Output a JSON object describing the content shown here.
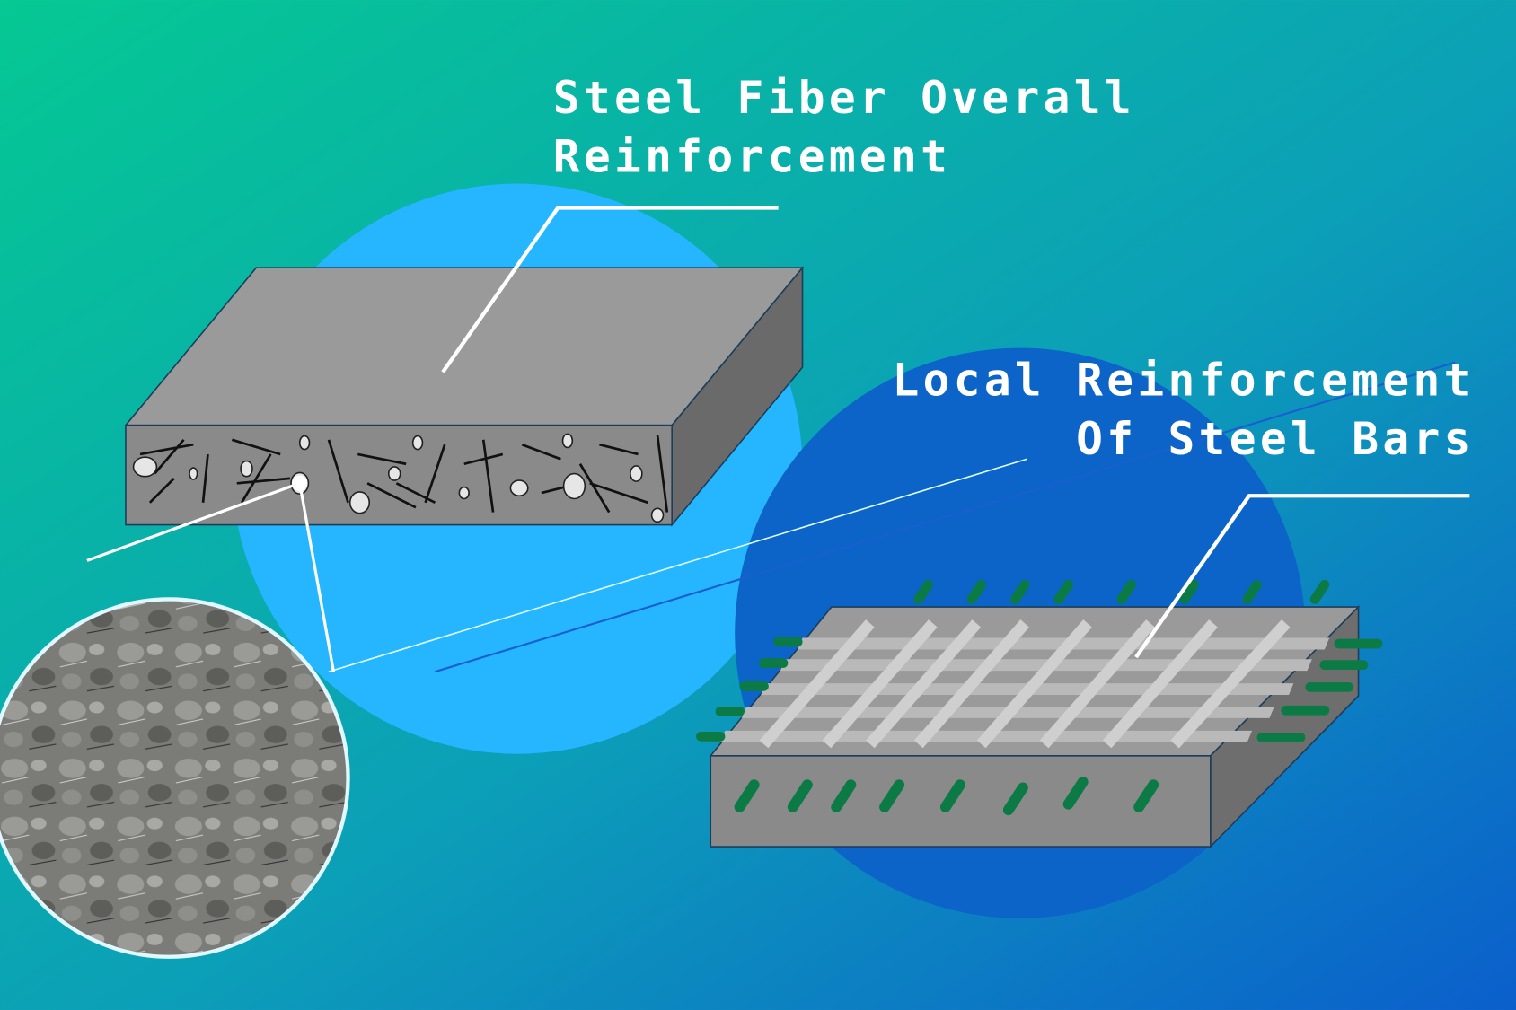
{
  "labels": {
    "fiber_line1": "Steel Fiber Overall",
    "fiber_line2": "Reinforcement",
    "bars_line1": "Local Reinforcement",
    "bars_line2": "Of Steel Bars"
  },
  "colors": {
    "bg_top_left": "#05c893",
    "bg_bottom_right": "#0b5fcc",
    "circle_light": "#25b6ff",
    "circle_dark": "#0c63c8",
    "slab_top": "#9a9a9a",
    "slab_front": "#8a8a8a",
    "slab_side": "#6a6a6a",
    "rebar_green": "#0b7a45"
  }
}
